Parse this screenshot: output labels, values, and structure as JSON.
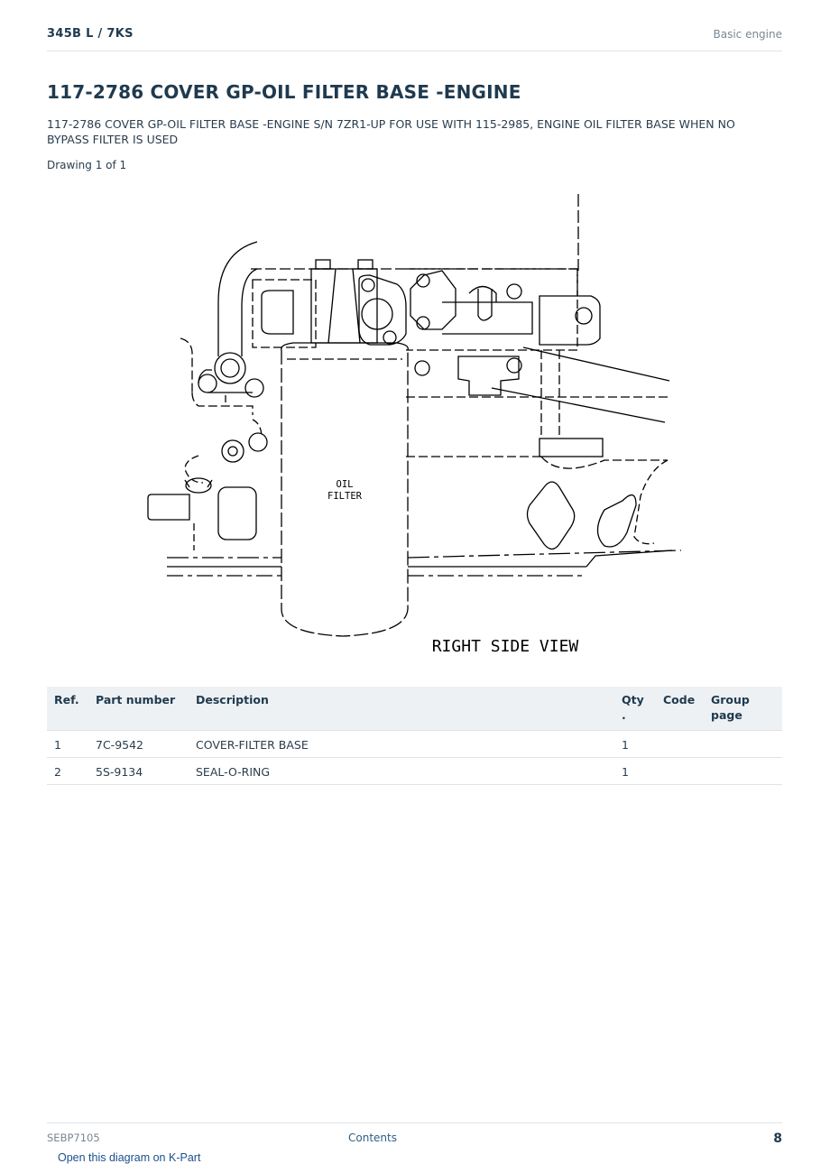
{
  "header": {
    "model": "345B L  /  7KS",
    "section": "Basic engine"
  },
  "title": "117-2786 COVER GP-OIL FILTER BASE -ENGINE",
  "description": "117-2786 COVER GP-OIL FILTER BASE -ENGINE S/N 7ZR1-UP FOR USE WITH 115-2985, ENGINE OIL FILTER BASE WHEN NO BYPASS FILTER IS USED",
  "drawing_count": "Drawing 1 of 1",
  "diagram": {
    "filter_label_line1": "OIL",
    "filter_label_line2": "FILTER",
    "view_label": "RIGHT SIDE VIEW"
  },
  "table": {
    "headers": {
      "ref": "Ref.",
      "part_number": "Part number",
      "description": "Description",
      "qty": "Qty .",
      "code": "Code",
      "group_page": "Group page"
    },
    "rows": [
      {
        "ref": "1",
        "part_number": "7C-9542",
        "description": "COVER-FILTER BASE",
        "qty": "1",
        "code": "",
        "group_page": ""
      },
      {
        "ref": "2",
        "part_number": "5S-9134",
        "description": "SEAL-O-RING",
        "qty": "1",
        "code": "",
        "group_page": ""
      }
    ]
  },
  "footer": {
    "doc_number": "SEBP7105",
    "contents_link": "Contents",
    "page_number": "8"
  },
  "kpart_link": "Open this diagram on K-Part"
}
